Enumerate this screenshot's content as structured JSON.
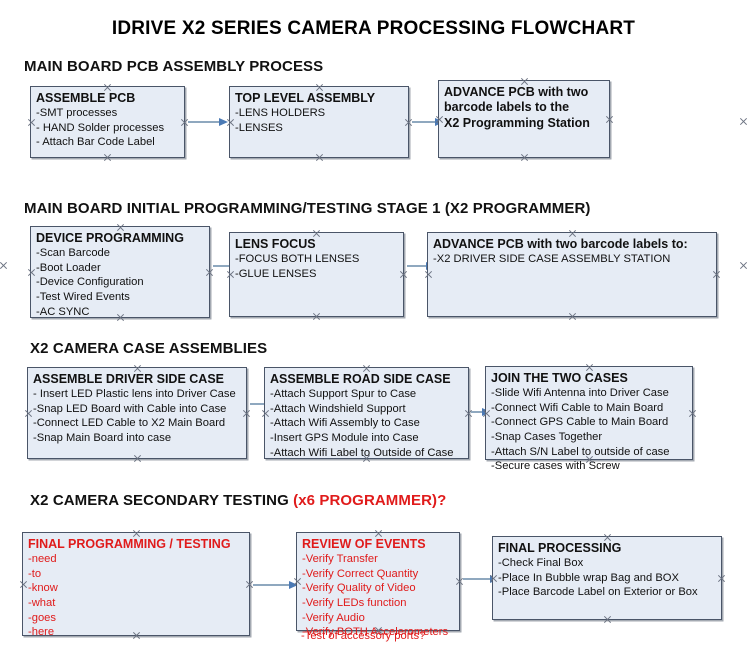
{
  "document": {
    "title": "IDRIVE X2  SERIES CAMERA PROCESSING FLOWCHART"
  },
  "colors": {
    "box_fill": "#e6ecf5",
    "box_border": "#4a5568",
    "arrow_line": "#8fa8bf",
    "arrow_head": "#4b7ab5",
    "text": "#111111",
    "red_accent": "#e01b1b"
  },
  "sections": [
    {
      "id": "main-board-pcb-assembly",
      "heading": "MAIN BOARD PCB ASSEMBLY PROCESS",
      "heading_red": "",
      "boxes": [
        {
          "id": "assemble-pcb",
          "title": "ASSEMBLE PCB",
          "red": false,
          "items": [
            "-SMT processes",
            "- HAND Solder processes",
            "- Attach Bar Code Label"
          ]
        },
        {
          "id": "top-level-assembly",
          "title": "TOP LEVEL ASSEMBLY",
          "red": false,
          "items": [
            "-LENS HOLDERS",
            "-LENSES"
          ]
        },
        {
          "id": "advance-pcb-programming-station",
          "title": "ADVANCE PCB with two",
          "red": false,
          "items": [
            "barcode labels to the",
            " X2 Programming Station"
          ]
        }
      ]
    },
    {
      "id": "main-board-initial-programming",
      "heading": "MAIN BOARD INITIAL PROGRAMMING/TESTING STAGE 1 (X2 PROGRAMMER)",
      "heading_red": "",
      "boxes": [
        {
          "id": "device-programming",
          "title": "DEVICE PROGRAMMING",
          "red": false,
          "items": [
            "-Scan Barcode",
            "-Boot Loader",
            "-Device Configuration",
            "-Test Wired Events",
            "-AC SYNC"
          ]
        },
        {
          "id": "lens-focus",
          "title": "LENS FOCUS",
          "red": false,
          "items": [
            "-FOCUS BOTH LENSES",
            "-GLUE LENSES"
          ]
        },
        {
          "id": "advance-pcb-driver-side-case",
          "title": "ADVANCE PCB with two barcode labels to:",
          "red": false,
          "items": [
            "-X2 DRIVER  SIDE  CASE  ASSEMBLY STATION"
          ]
        }
      ]
    },
    {
      "id": "x2-camera-case-assemblies",
      "heading": "X2 CAMERA CASE ASSEMBLIES",
      "heading_red": "",
      "boxes": [
        {
          "id": "assemble-driver-side-case",
          "title": "ASSEMBLE DRIVER SIDE CASE",
          "red": false,
          "items": [
            "- Insert LED Plastic lens into Driver Case",
            "-Snap LED Board with Cable into Case",
            "-Connect LED Cable to X2 Main Board",
            "-Snap Main Board into case"
          ]
        },
        {
          "id": "assemble-road-side-case",
          "title": "ASSEMBLE ROAD SIDE CASE",
          "red": false,
          "items": [
            "-Attach Support Spur to Case",
            "-Attach Windshield Support",
            "-Attach Wifi Assembly to Case",
            "-Insert GPS Module into Case",
            "-Attach Wifi Label to Outside of Case"
          ]
        },
        {
          "id": "join-the-two-cases",
          "title": "JOIN THE TWO CASES",
          "red": false,
          "items": [
            "-Slide Wifi Antenna into Driver Case",
            "-Connect Wifi Cable to Main Board",
            "-Connect GPS Cable to Main Board",
            "-Snap Cases Together",
            "-Attach S/N Label to outside of case",
            "-Secure cases with Screw"
          ]
        }
      ]
    },
    {
      "id": "x2-camera-secondary-testing",
      "heading": "X2 CAMERA SECONDARY TESTING ",
      "heading_red": "(x6 PROGRAMMER)?",
      "boxes": [
        {
          "id": "final-programming-testing",
          "title": "FINAL PROGRAMMING / TESTING",
          "red": true,
          "items": [
            "-need",
            "-to",
            "-know",
            "-what",
            "-goes",
            "-here"
          ]
        },
        {
          "id": "review-of-events",
          "title": "REVIEW OF EVENTS",
          "red": true,
          "items": [
            "-Verify Transfer",
            "-Verify Correct Quantity",
            "-Verify Quality of Video",
            "-Verify LEDs function",
            "-Verify Audio",
            "-Verify BOTH Accelerometers"
          ],
          "overflow_item": "-Test of accessory ports?"
        },
        {
          "id": "final-processing",
          "title": "FINAL PROCESSING",
          "red": false,
          "items": [
            "-Check Final Box",
            "-Place In Bubble wrap Bag and BOX",
            "-Place Barcode Label on Exterior or Box"
          ]
        }
      ]
    }
  ]
}
